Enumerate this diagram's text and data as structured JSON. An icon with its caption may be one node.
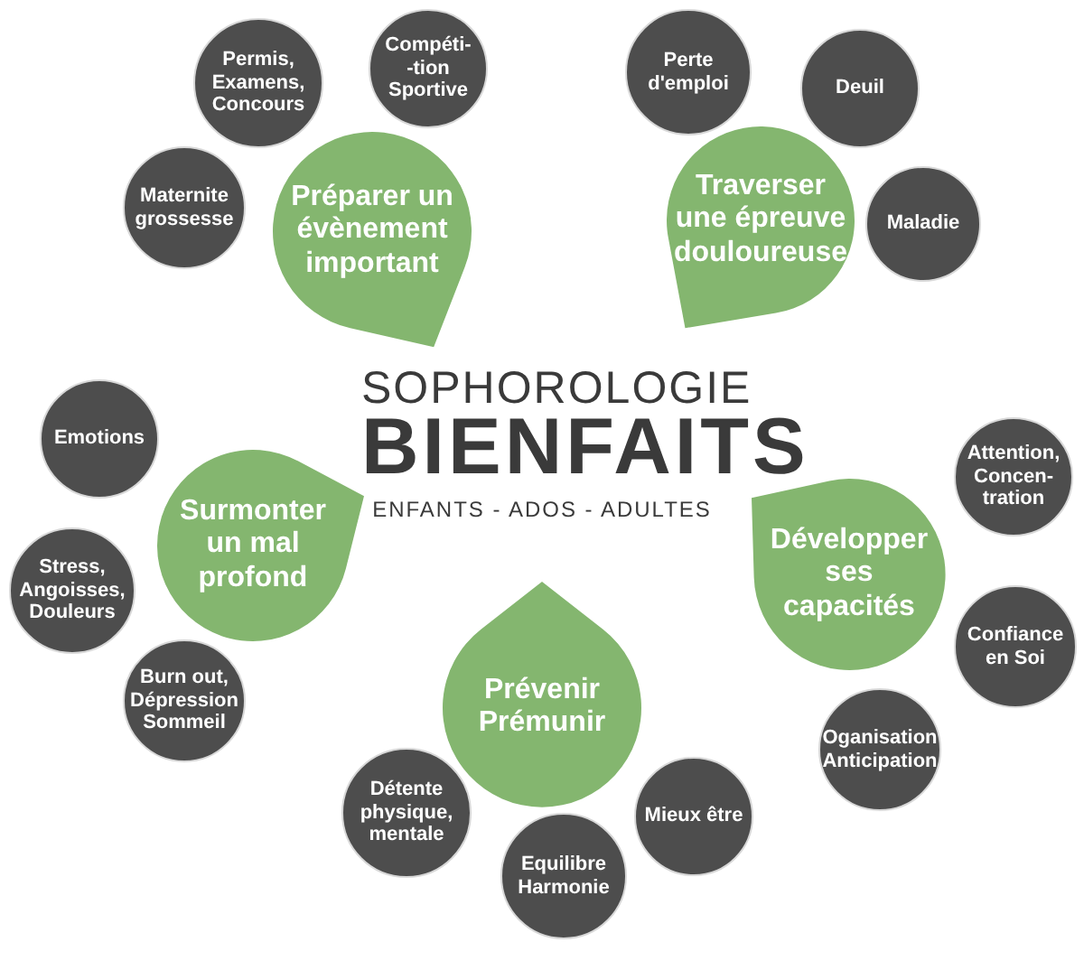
{
  "diagram": {
    "nodes": [
      {
        "text": [
          "Préparer un évènement important"
        ]
      },
      {
        "text": [
          "Maternite grossesse"
        ]
      },
      {
        "text": [
          "Permis, Examens, Concours"
        ]
      },
      {
        "text": [
          "Compéti- -tion Sportive"
        ]
      },
      {
        "text": [
          "Traverser une épreuve douloureuse"
        ]
      },
      {
        "text": [
          "Perte d'emploi"
        ]
      },
      {
        "text": [
          "Deuil"
        ]
      },
      {
        "text": [
          "Maladie"
        ]
      },
      {
        "text": [
          "Surmonter un mal profond"
        ]
      },
      {
        "text": [
          "Emotions"
        ]
      },
      {
        "text": [
          "Stress, Angoisses, Douleurs"
        ]
      },
      {
        "text": [
          "Burn out, Dépression Sommeil"
        ]
      },
      {
        "text": [
          "Développer ses capacités"
        ]
      },
      {
        "text": [
          "Attention, Concen- tration"
        ]
      },
      {
        "text": [
          "Confiance en Soi"
        ]
      },
      {
        "text": [
          "Oganisation Anticipation"
        ]
      },
      {
        "text": [
          "Prévenir Prémunir"
        ]
      },
      {
        "text": [
          "Détente physique, mentale"
        ]
      },
      {
        "text": [
          "Equilibre Harmonie"
        ]
      },
      {
        "text": [
          "Mieux être"
        ]
      }
    ],
    "labels": [
      "SOPHOROLOGIE",
      "BIENFAITS",
      "ENFANTS - ADOS - ADULTES"
    ]
  }
}
